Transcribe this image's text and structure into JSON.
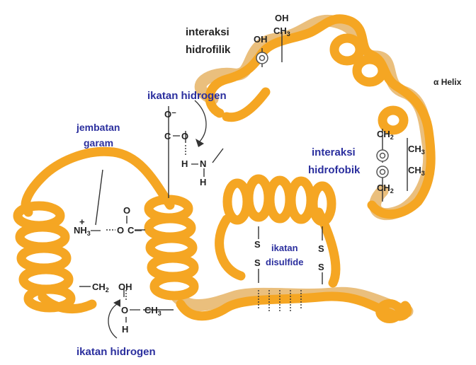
{
  "labels": {
    "interaksi_hidrofilik_1": "interaksi",
    "interaksi_hidrofilik_2": "hidrofilik",
    "alpha_helix": "α Helix",
    "ikatan_hidrogen_top": "ikatan hidrogen",
    "jembatan_garam_1": "jembatan",
    "jembatan_garam_2": "garam",
    "interaksi_hidrofobik_1": "interaksi",
    "interaksi_hidrofobik_2": "hidrofobik",
    "ikatan_disulfide_1": "ikatan",
    "ikatan_disulfide_2": "disulfide",
    "ikatan_hidrogen_bottom": "ikatan hidrogen"
  },
  "chem": {
    "oh_serine": "OH",
    "ch3_threonine": "CH",
    "oh_threonine": "OH",
    "oh_tyrosine": "OH",
    "carboxyl_o_minus": "O⁻",
    "carboxyl_c": "C",
    "carboxyl_o": "O",
    "amide_h": "H",
    "amide_n": "N",
    "amide_h2": "H",
    "nh3": "NH",
    "salt_o": "O",
    "salt_c": "C",
    "salt_o_top": "O",
    "ch2_hydrophobic_1": "CH",
    "ch2_hydrophobic_2": "CH",
    "ch3_hydrophobic_1": "CH",
    "ch3_hydrophobic_2": "CH",
    "s_left_1": "S",
    "s_left_2": "S",
    "s_right_1": "S",
    "s_right_2": "S",
    "ch2_oh": "CH",
    "oh_bottom": "OH",
    "o_ch3": "O",
    "ch3_bottom": "CH",
    "h_bottom": "H"
  },
  "colors": {
    "chain": "#f5a623",
    "chain_dark": "#e08e12",
    "label_blue": "#2b2f9e",
    "label_dark": "#222222"
  }
}
